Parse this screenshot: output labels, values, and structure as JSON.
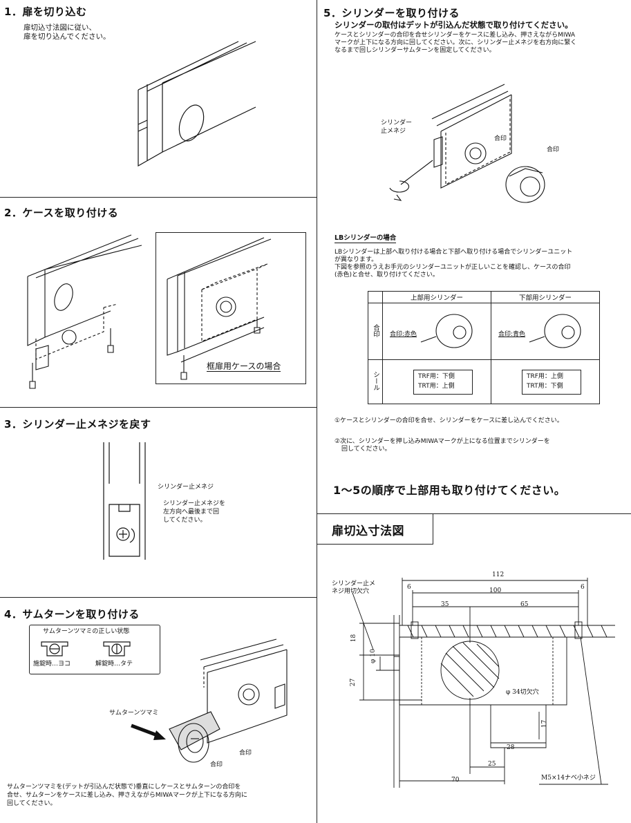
{
  "s1": {
    "title": "1．扉を切り込む",
    "line1": "扉切込寸法図に従い、",
    "line2": "扉を切り込んでください。"
  },
  "s2": {
    "title": "2．ケースを取り付ける",
    "callout": "框扉用ケースの場合"
  },
  "s3": {
    "title": "3．シリンダー止メネジを戻す",
    "label": "シリンダー止メネジ",
    "inst1": "シリンダー止メネジを",
    "inst2": "左方向へ最後まで回",
    "inst3": "してください。"
  },
  "s4": {
    "title": "4．サムターンを取り付ける",
    "box_title": "サムターンツマミの正しい状態",
    "lock_state": "施錠時…ヨコ",
    "unlock_state": "解錠時…タテ",
    "knob_label": "サムターンツマミ",
    "mark": "合印",
    "mark2": "合印",
    "body1": "サムターンツマミを(デットが引込んだ状態で)垂直にしケースとサムターンの合印を",
    "body2": "合せ、サムターンをケースに差し込み、押さえながらMIWAマークが上下になる方向に",
    "body3": "回してください。"
  },
  "s5": {
    "title": "5．シリンダーを取り付ける",
    "lead": "シリンダーの取付はデットが引込んだ状態で取り付けてください。",
    "body1": "ケースとシリンダーの合印を合せシリンダーをケースに差し込み、押さえながらMIWA",
    "body2": "マークが上下になる方向に回してください。次に、シリンダー止メネジを右方向に緊く",
    "body3": "なるまで回しシリンダーサムターンを固定してください。",
    "screw1": "シリンダー",
    "screw2": "止メネジ",
    "mark1": "合印",
    "mark2": "合印"
  },
  "lb": {
    "heading": "LBシリンダーの場合",
    "p1": "LBシリンダーは上部へ取り付ける場合と下部へ取り付ける場合でシリンダーユニット",
    "p2": "が異なります。",
    "p3": "下図を参照のうえお手元のシリンダーユニットが正しいことを確認し、ケースの合印",
    "p4": "(赤色)と合せ、取り付けてください。",
    "col_upper": "上部用シリンダー",
    "col_lower": "下部用シリンダー",
    "row1": "合印",
    "row2": "シール",
    "mark_red": "合印:赤色",
    "mark_blue": "合印:青色",
    "u1": "TRF用：下側",
    "u2": "TRT用：上側",
    "l1": "TRF用：上側",
    "l2": "TRT用：下側",
    "step1": "①ケースとシリンダーの合印を合せ、シリンダーをケースに差し込んでください。",
    "step2a": "②次に、シリンダーを押し込みMIWAマークが上になる位置までシリンダーを",
    "step2b": "回してください。"
  },
  "repeat": "1～5の順序で上部用も取り付けてください。",
  "cut": {
    "title": "扉切込寸法図",
    "note1": "シリンダー止メ",
    "note2": "ネジ用切欠穴",
    "d112": "112",
    "d6a": "6",
    "d100": "100",
    "d6b": "6",
    "d35": "35",
    "d65": "65",
    "d18": "18",
    "d10": "φ 10",
    "d27": "27",
    "d34": "φ 34切欠穴",
    "d17": "17",
    "d28": "28",
    "d25": "25",
    "d70": "70",
    "screw": "M5×14ナベ小ネジ"
  }
}
